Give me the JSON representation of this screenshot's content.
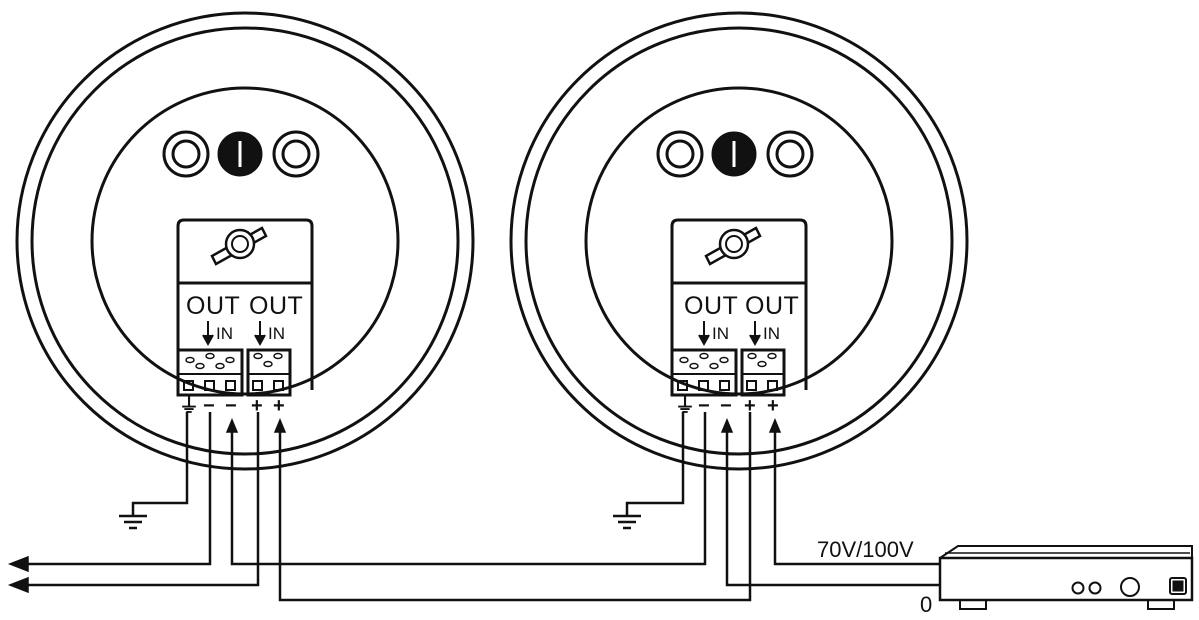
{
  "colors": {
    "line": "#111111",
    "background": "#ffffff"
  },
  "speakers": [
    {
      "terminal_labels": {
        "out1": "OUT",
        "in1": "IN",
        "out2": "OUT",
        "in2": "IN"
      },
      "terminal_symbols": [
        "⏚",
        "−",
        "−",
        "+",
        "+"
      ]
    },
    {
      "terminal_labels": {
        "out1": "OUT",
        "in1": "IN",
        "out2": "OUT",
        "in2": "IN"
      },
      "terminal_symbols": [
        "⏚",
        "−",
        "−",
        "+",
        "+"
      ]
    }
  ],
  "amplifier": {
    "voltage_label": "70V/100V",
    "zero_label": "0"
  },
  "icons": [
    "ground-icon",
    "arrow-left-icon",
    "amplifier-icon",
    "speaker-icon",
    "transformer-tap-icon"
  ]
}
